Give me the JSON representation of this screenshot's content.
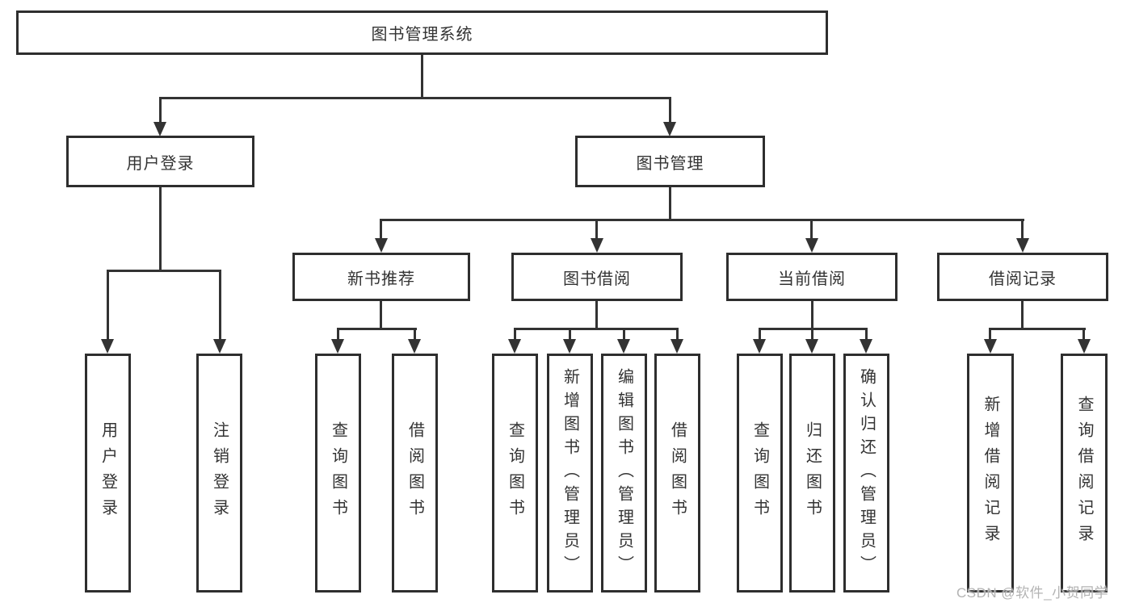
{
  "root": {
    "label": "图书管理系统"
  },
  "branches": [
    {
      "label": "用户登录",
      "children": [
        {
          "label": "用户登录"
        },
        {
          "label": "注销登录"
        }
      ]
    },
    {
      "label": "图书管理",
      "children": [
        {
          "label": "新书推荐",
          "children": [
            {
              "label": "查询图书"
            },
            {
              "label": "借阅图书"
            }
          ]
        },
        {
          "label": "图书借阅",
          "children": [
            {
              "label": "查询图书"
            },
            {
              "label": "新增图书（管理员）"
            },
            {
              "label": "编辑图书（管理员）"
            },
            {
              "label": "借阅图书"
            }
          ]
        },
        {
          "label": "当前借阅",
          "children": [
            {
              "label": "查询图书"
            },
            {
              "label": "归还图书"
            },
            {
              "label": "确认归还（管理员）"
            }
          ]
        },
        {
          "label": "借阅记录",
          "children": [
            {
              "label": "新增借阅记录"
            },
            {
              "label": "查询借阅记录"
            }
          ]
        }
      ]
    }
  ],
  "watermark": {
    "text": "CSDN @软件_小贺同学"
  },
  "colors": {
    "line": "#333333",
    "border": "#2e2e2e",
    "text": "#333333",
    "watermark": "#b3b3b3",
    "bg": "#ffffff"
  }
}
